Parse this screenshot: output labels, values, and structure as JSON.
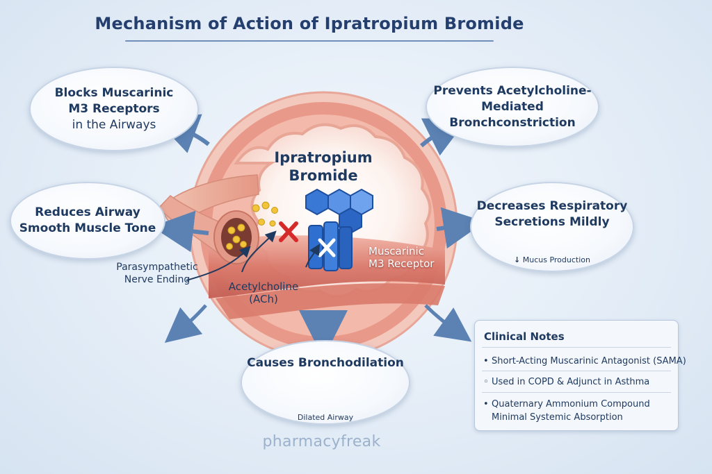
{
  "title": "Mechanism of Action of Ipratropium Bromide",
  "bubbles": {
    "blocks": {
      "l1": "Blocks Muscarinic",
      "l2": "M3 Receptors",
      "l3": "in the Airways"
    },
    "prevents": {
      "l1": "Prevents Acetylcholine-",
      "l2": "Mediated",
      "l3": "Bronchconstriction"
    },
    "reduces": {
      "l1": "Reduces Airway",
      "l2": "Smooth Muscle Tone"
    },
    "decreases": {
      "l1": "Decreases Respiratory",
      "l2": "Secretions Mildly",
      "mucus": "Mucus Production"
    },
    "causes": {
      "l1": "Causes Bronchodilation",
      "caption": "Dilated Airway"
    }
  },
  "center": {
    "molecule_l1": "Ipratropium",
    "molecule_l2": "Bromide",
    "receptor_l1": "Muscarinic",
    "receptor_l2": "M3 Receptor",
    "nerve_l1": "Parasympathetic",
    "nerve_l2": "Nerve Ending",
    "ach_l1": "Acetylcholine",
    "ach_l2": "(ACh)"
  },
  "clinical_notes": {
    "title": "Clinical Notes",
    "items": [
      "Short-Acting Muscarinic Antagonist (SAMA)",
      "Used in COPD & Adjunct in Asthma",
      "Quaternary Ammonium Compound",
      "Minimal Systemic Absorption"
    ]
  },
  "footer": "pharmacyfreak",
  "colors": {
    "title": "#243f6e",
    "arrow": "#5b82b3",
    "tissue": "#e9998a",
    "receptor": "#2f6fd0",
    "block_x": "#d42a2a"
  },
  "icons": [
    "arrow-up-left-icon",
    "arrow-up-right-icon",
    "arrow-left-icon",
    "arrow-right-icon",
    "arrow-down-icon",
    "red-x-block-icon",
    "mucus-down-arrow-icon"
  ]
}
